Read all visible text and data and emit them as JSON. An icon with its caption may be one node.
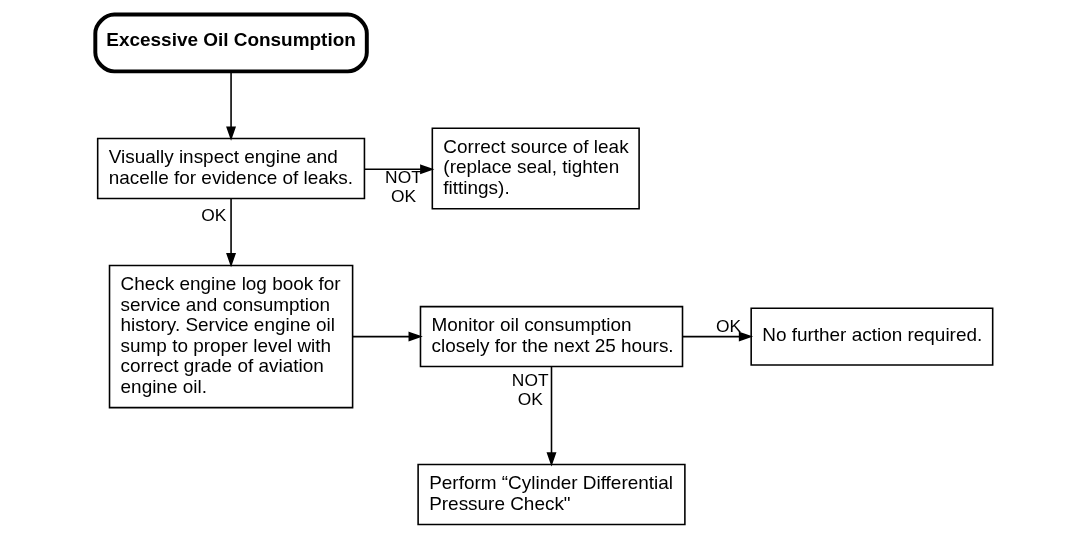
{
  "diagram": {
    "nodes": [
      {
        "text": [
          "Excessive Oil Consumption"
        ]
      },
      {
        "text": [
          "Visually inspect engine and nacelle for evidence of leaks."
        ]
      },
      {
        "text": [
          "Correct source of leak (replace seal, tighten fittings)."
        ]
      },
      {
        "text": [
          "Check engine log book for service and consumption history. Service engine oil sump to proper level with correct grade of aviation engine oil."
        ]
      },
      {
        "text": [
          "Monitor oil consumption closely for the next 25 hours."
        ]
      },
      {
        "text": [
          "No further action required."
        ]
      },
      {
        "text": [
          "Perform “Cylinder Differential Pressure Check\""
        ]
      }
    ],
    "edges": [
      {
        "from": 0,
        "to": 1,
        "arrow": "to"
      },
      {
        "from": 1,
        "to": 2,
        "arrow": "to",
        "label": "NOT OK"
      },
      {
        "from": 1,
        "to": 3,
        "arrow": "to",
        "label": "OK"
      },
      {
        "from": 3,
        "to": 4,
        "arrow": "to"
      },
      {
        "from": 4,
        "to": 5,
        "arrow": "to",
        "label": "OK"
      },
      {
        "from": 4,
        "to": 6,
        "arrow": "to",
        "label": "NOT OK"
      }
    ]
  }
}
